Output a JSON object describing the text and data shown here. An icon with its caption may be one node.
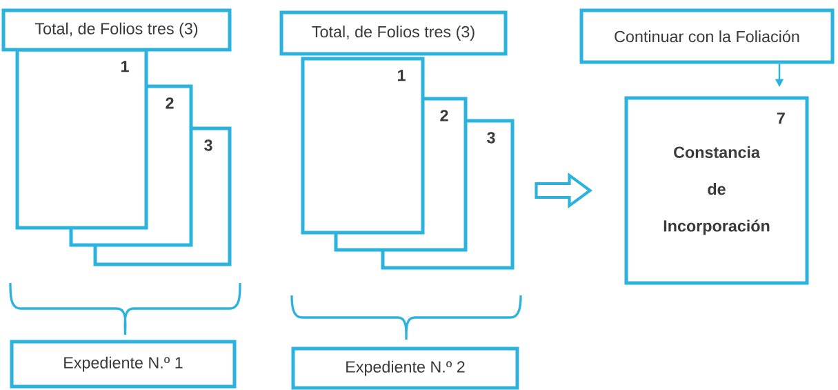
{
  "diagram": {
    "nodes": [
      {
        "text": [
          "Total, de Folios tres (3)"
        ]
      },
      {
        "text": [
          "1"
        ]
      },
      {
        "text": [
          "2"
        ]
      },
      {
        "text": [
          "3"
        ]
      },
      {
        "text": [
          "Expediente N.º 1"
        ]
      },
      {
        "text": [
          "Total, de Folios tres (3)"
        ]
      },
      {
        "text": [
          "1"
        ]
      },
      {
        "text": [
          "2"
        ]
      },
      {
        "text": [
          "3"
        ]
      },
      {
        "text": [
          "Expediente N.º 2"
        ]
      },
      {
        "text": [
          "Continuar con la Foliación"
        ]
      },
      {
        "text": [
          "7",
          "Constancia de Incorporación"
        ]
      }
    ],
    "edges": [
      {
        "from": 10,
        "to": 11,
        "arrow": "to"
      },
      {
        "from": 8,
        "to": 11,
        "arrow": "to",
        "style": "thick"
      }
    ]
  }
}
